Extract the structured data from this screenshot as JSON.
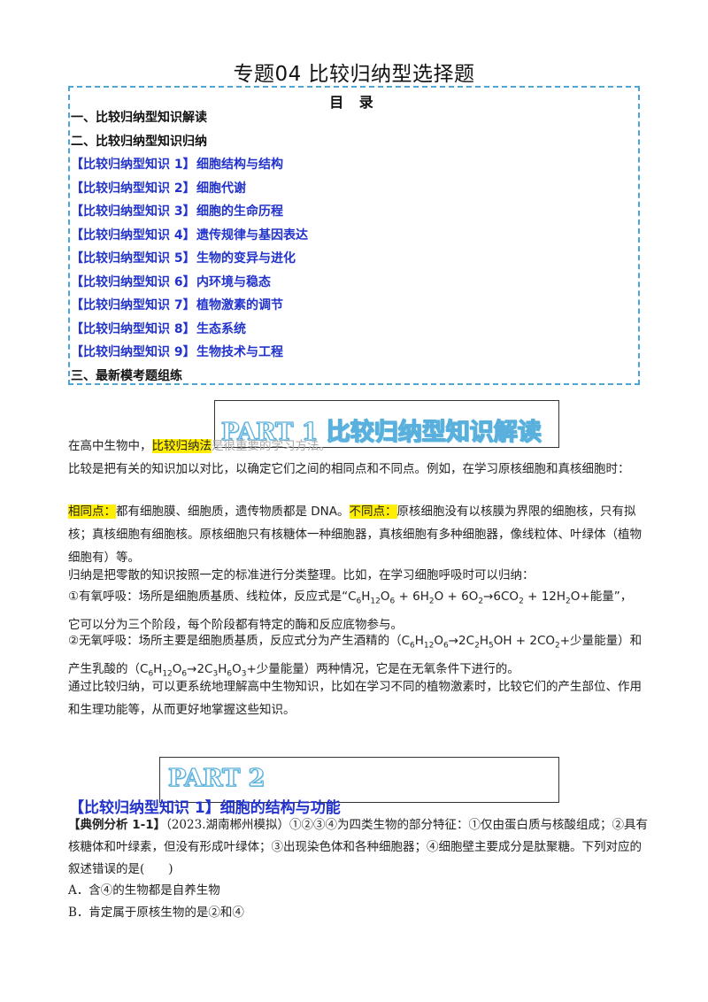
{
  "title": "专题04 比较归纳型选择题",
  "toc": {
    "heading": "目 录",
    "sec1": "一、比较归纳型知识解读",
    "sec2": "二、比较归纳型知识归纳",
    "items": [
      {
        "tag": "【比较归纳型知识 1】",
        "name": "细胞结构与结构"
      },
      {
        "tag": "【比较归纳型知识 2】",
        "name": "细胞代谢"
      },
      {
        "tag": "【比较归纳型知识 3】",
        "name": "细胞的生命历程"
      },
      {
        "tag": "【比较归纳型知识 4】",
        "name": "遗传规律与基因表达"
      },
      {
        "tag": "【比较归纳型知识 5】",
        "name": "生物的变异与进化"
      },
      {
        "tag": "【比较归纳型知识 6】",
        "name": "内环境与稳态"
      },
      {
        "tag": "【比较归纳型知识 7】",
        "name": "植物激素的调节"
      },
      {
        "tag": "【比较归纳型知识 8】",
        "name": "生态系统"
      },
      {
        "tag": "【比较归纳型知识 9】",
        "name": "生物技术与工程"
      }
    ],
    "sec3": "三、最新模考题组练"
  },
  "part1": {
    "label": "PART 1 比较归纳型知识解读"
  },
  "part2": {
    "label": "PART 2"
  },
  "body": {
    "p1_a": "在高中生物中，",
    "p1_hl": "比较归纳法",
    "p1_b": "是很重要的学习方法。",
    "p2": "比较是把有关的知识加以对比，以确定它们之间的相同点和不同点。例如，在学习原核细胞和真核细胞时：",
    "same_label": "相同点：",
    "same_text": "都有细胞膜、细胞质，遗传物质都是 DNA。",
    "diff_label": "不同点：",
    "diff_text": "原核细胞没有以核膜为界限的细胞核，只有拟核；真核细胞有细胞核。原核细胞只有核糖体一种细胞器，真核细胞有多种细胞器，像线粒体、叶绿体（植物细胞有）等。",
    "p4": "归纳是把零散的知识按照一定的标准进行分类整理。比如，在学习细胞呼吸时可以归纳：",
    "p5_a": "①有氧呼吸：场所是细胞质基质、线粒体，反应式是“C",
    "p5_b": "H",
    "p5_c": "O",
    "p5_d": " + 6H",
    "p5_e": "O + 6O",
    "p5_f": "→6CO",
    "p5_g": " + 12H",
    "p5_h": "O+能量”，它可以分为三个阶段，每个阶段都有特定的酶和反应底物参与。",
    "p6_a": "②无氧呼吸：场所主要是细胞质基质，反应式分为产生酒精的（C",
    "p6_b": "H",
    "p6_c": "O",
    "p6_d": "→2C",
    "p6_e": "H",
    "p6_f": "OH + 2CO",
    "p6_g": "+少量能量）和产生乳酸的（C",
    "p6_h": "H",
    "p6_i": "O",
    "p6_j": "→2C",
    "p6_k": "H",
    "p6_l": "O",
    "p6_m": "+少量能量）两种情况，它是在无氧条件下进行的。",
    "p7": "通过比较归纳，可以更系统地理解高中生物知识，比如在学习不同的植物激素时，比较它们的产生部位、作用和生理功能等，从而更好地掌握这些知识。"
  },
  "section1_title": "【比较归纳型知识 1】细胞的结构与功能",
  "question": {
    "label": "【典例分析 1-1】",
    "text": "（2023.湖南郴州模拟）①②③④为四类生物的部分特征：①仅由蛋白质与核酸组成；②具有核糖体和叶绿素，但没有形成叶绿体；③出现染色体和各种细胞器；④细胞壁主要成分是肽聚糖。下列对应的叙述错误的是(　　)",
    "optA": "A．含④的生物都是自养生物",
    "optB": "B．肯定属于原核生物的是②和④"
  }
}
